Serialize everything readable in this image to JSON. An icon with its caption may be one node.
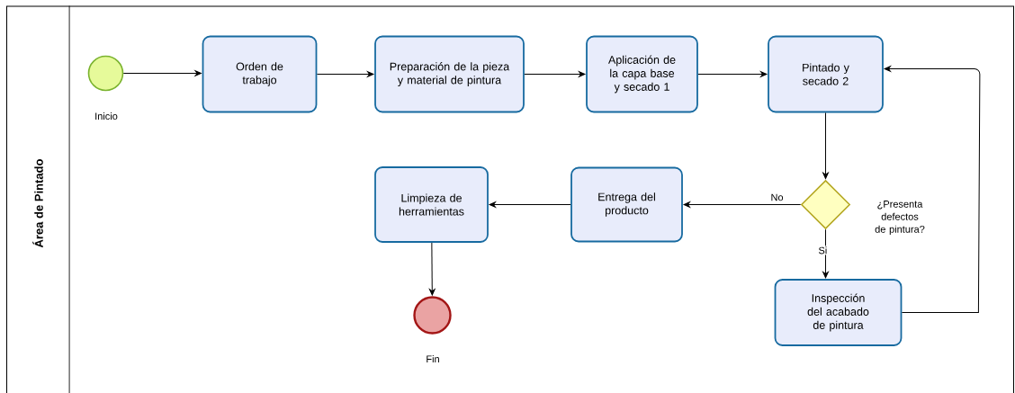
{
  "diagram": {
    "nodes": [
      {
        "text": [
          "Área de Pintado"
        ]
      },
      {
        "text": [],
        "shape": "circle",
        "beside": [
          "Inicio"
        ],
        "in": 0
      },
      {
        "text": [
          "Orden de trabajo"
        ],
        "in": 0
      },
      {
        "text": [
          "Preparación de la pieza y material de pintura"
        ],
        "in": 0
      },
      {
        "text": [
          "Aplicación de la capa base y secado 1"
        ],
        "in": 0
      },
      {
        "text": [
          "Pintado y secado 2"
        ],
        "in": 0
      },
      {
        "text": [],
        "shape": "diamond",
        "beside": [
          "¿Presenta defectos de pintura?"
        ],
        "in": 0
      },
      {
        "text": [
          "Entrega del producto"
        ],
        "in": 0
      },
      {
        "text": [
          "Limpieza de herramientas"
        ],
        "in": 0
      },
      {
        "text": [
          "Inspección del acabado de pintura"
        ],
        "in": 0
      },
      {
        "text": [],
        "shape": "circle",
        "beside": [
          "Fin"
        ],
        "in": 0
      }
    ],
    "edges": [
      {
        "from": 1,
        "to": 2,
        "arrow": "to"
      },
      {
        "from": 2,
        "to": 3,
        "arrow": "to"
      },
      {
        "from": 3,
        "to": 4,
        "arrow": "to"
      },
      {
        "from": 4,
        "to": 5,
        "arrow": "to"
      },
      {
        "from": 5,
        "to": 6,
        "arrow": "to"
      },
      {
        "from": 6,
        "to": 7,
        "arrow": "to",
        "label": "No"
      },
      {
        "from": 6,
        "to": 9,
        "arrow": "to",
        "label": "Si"
      },
      {
        "from": 7,
        "to": 8,
        "arrow": "to"
      },
      {
        "from": 8,
        "to": 10,
        "arrow": "to"
      },
      {
        "from": 9,
        "to": 5,
        "arrow": "to"
      }
    ]
  }
}
